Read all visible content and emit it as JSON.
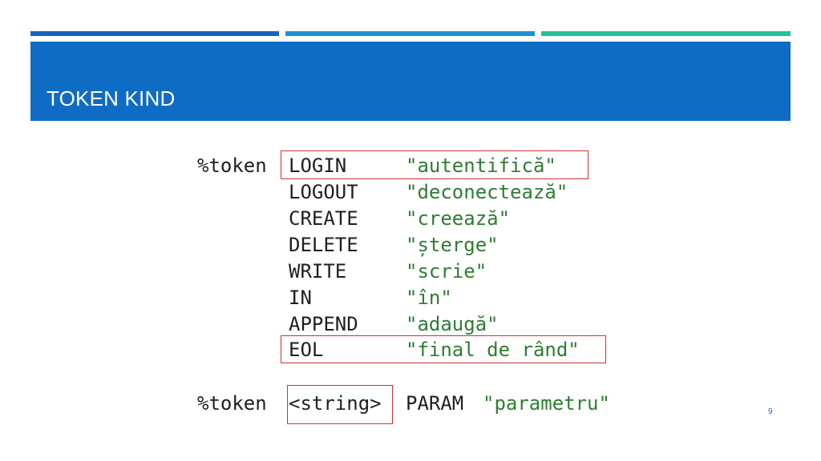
{
  "slide": {
    "title": "TOKEN KIND",
    "page_number": "9"
  },
  "code": {
    "keyword": "%token",
    "tokens": [
      {
        "name": "LOGIN",
        "value": "\"autentifică\""
      },
      {
        "name": "LOGOUT",
        "value": "\"deconectează\""
      },
      {
        "name": "CREATE",
        "value": "\"creează\""
      },
      {
        "name": "DELETE",
        "value": "\"șterge\""
      },
      {
        "name": "WRITE",
        "value": "\"scrie\""
      },
      {
        "name": "IN",
        "value": "\"în\""
      },
      {
        "name": "APPEND",
        "value": "\"adaugă\""
      },
      {
        "name": "EOL",
        "value": "\"final de rând\""
      }
    ],
    "second_decl": {
      "keyword": "%token",
      "type": "<string>",
      "name": "PARAM",
      "value": "\"parametru\""
    }
  },
  "colors": {
    "bar_1": "#1565c0",
    "bar_2": "#1e90d6",
    "bar_3": "#1fc496",
    "title_band": "#0e6cc4",
    "string_literal": "#2e7d32",
    "highlight_box": "#d32f2f"
  }
}
